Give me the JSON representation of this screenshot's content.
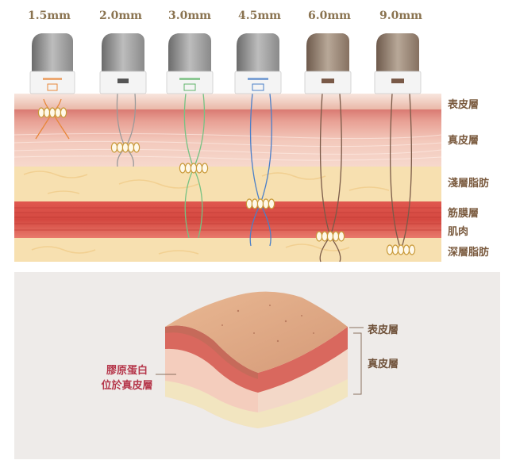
{
  "depths": [
    "1.5mm",
    "2.0mm",
    "3.0mm",
    "4.5mm",
    "6.0mm",
    "9.0mm"
  ],
  "layers": {
    "epidermis": "表皮層",
    "dermis": "真皮層",
    "superficial_fat": "淺層脂肪",
    "fascia": "筋膜層",
    "muscle": "肌肉",
    "deep_fat": "深層脂肪"
  },
  "cartridge_colors": [
    "#e8873a",
    "#555555",
    "#5fb56a",
    "#4a7fc8",
    "#7a5a48",
    "#7a5a48"
  ],
  "bottom": {
    "epidermis": "表皮層",
    "dermis": "真皮層",
    "collagen_line1": "膠原蛋白",
    "collagen_line2": "位於真皮層"
  }
}
